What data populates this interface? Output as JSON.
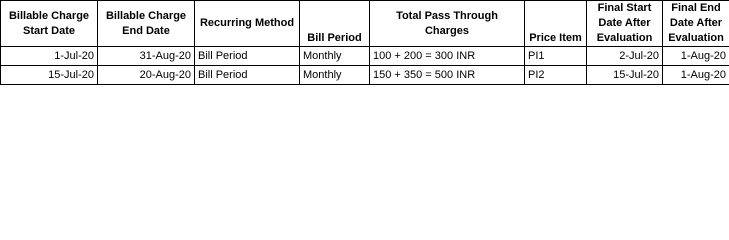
{
  "table": {
    "headers": [
      "Billable Charge Start Date",
      "Billable Charge End Date",
      "Recurring Method",
      "Bill Period",
      "Total Pass Through Charges",
      "Price Item",
      "Final Start Date After Evaluation",
      "Final End Date After Evaluation"
    ],
    "rows": [
      [
        "1-Jul-20",
        "31-Aug-20",
        "Bill Period",
        "Monthly",
        "100 + 200 = 300 INR",
        "PI1",
        "2-Jul-20",
        "1-Aug-20"
      ],
      [
        "15-Jul-20",
        "20-Aug-20",
        "Bill Period",
        "Monthly",
        "150 + 350 = 500 INR",
        "PI2",
        "15-Jul-20",
        "1-Aug-20"
      ]
    ]
  }
}
